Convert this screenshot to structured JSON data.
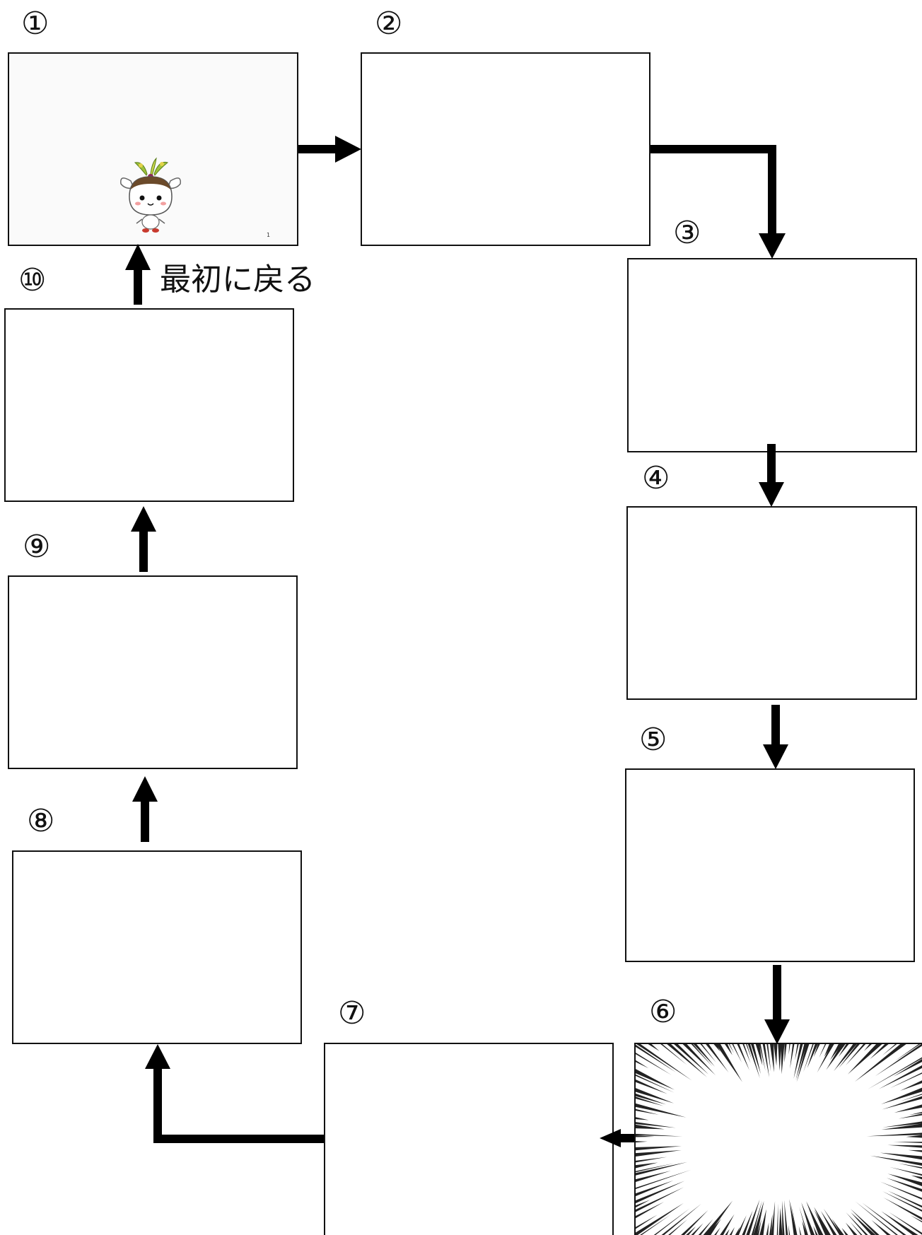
{
  "steps": [
    {
      "id": "1",
      "label": "①"
    },
    {
      "id": "2",
      "label": "②"
    },
    {
      "id": "3",
      "label": "③"
    },
    {
      "id": "4",
      "label": "④"
    },
    {
      "id": "5",
      "label": "⑤"
    },
    {
      "id": "6",
      "label": "⑥"
    },
    {
      "id": "7",
      "label": "⑦"
    },
    {
      "id": "8",
      "label": "⑧"
    },
    {
      "id": "9",
      "label": "⑨"
    },
    {
      "id": "10",
      "label": "⑩"
    }
  ],
  "return_note": "最初に戻る",
  "slide1_page_number": "1",
  "colors": {
    "line": "#000000",
    "box_border": "#111111",
    "background": "#ffffff"
  }
}
